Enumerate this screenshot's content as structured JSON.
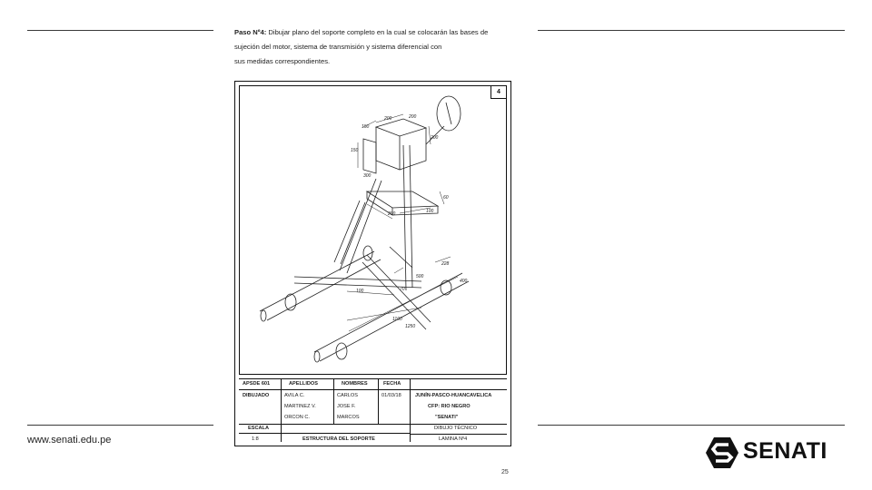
{
  "instructions": {
    "step_label": "Paso Nº4:",
    "lines": [
      "Dibujar plano del soporte completo en la cual se colocarán las bases de",
      "sujeción del motor, sistema de transmisión y sistema diferencial con",
      "sus medidas correspondientes."
    ]
  },
  "sheet": {
    "number": "4",
    "dimensions": {
      "d200a": "200",
      "d200b": "200",
      "d200c": "200",
      "d200d": "200",
      "d150a": "150",
      "d150b": "150",
      "d300": "300",
      "d60": "60",
      "d100a": "100",
      "d100b": "100",
      "d70": "70",
      "d500": "500",
      "d1100": "1100",
      "d1250": "1250",
      "d228": "228",
      "d400": "400"
    }
  },
  "title_block": {
    "h_group": "APSDE 601",
    "h_surnames": "APELLIDOS",
    "h_names": "NOMBRES",
    "h_date": "FECHA",
    "drawn_label": "DIBUJADO",
    "surnames": [
      "AVILA C.",
      "MARTINEZ V.",
      "ORCON C."
    ],
    "names": [
      "CARLOS",
      "JOSE F.",
      "MARCOS"
    ],
    "date": "01/03/18",
    "org_lines": [
      "JUNÍN-PASCO-HUANCAVELICA",
      "CFP: RIO NEGRO",
      "\"SENATI\""
    ],
    "scale_label": "ESCALA",
    "scale_value": "1:8",
    "drawing_title": "ESTRUCTURA DEL SOPORTE",
    "subject": "DIBUJO TÉCNICO",
    "sheet_label": "LAMINA Nº4"
  },
  "footer": {
    "url": "www.senati.edu.pe",
    "page_number": "25",
    "logo_text": "SENATI"
  }
}
